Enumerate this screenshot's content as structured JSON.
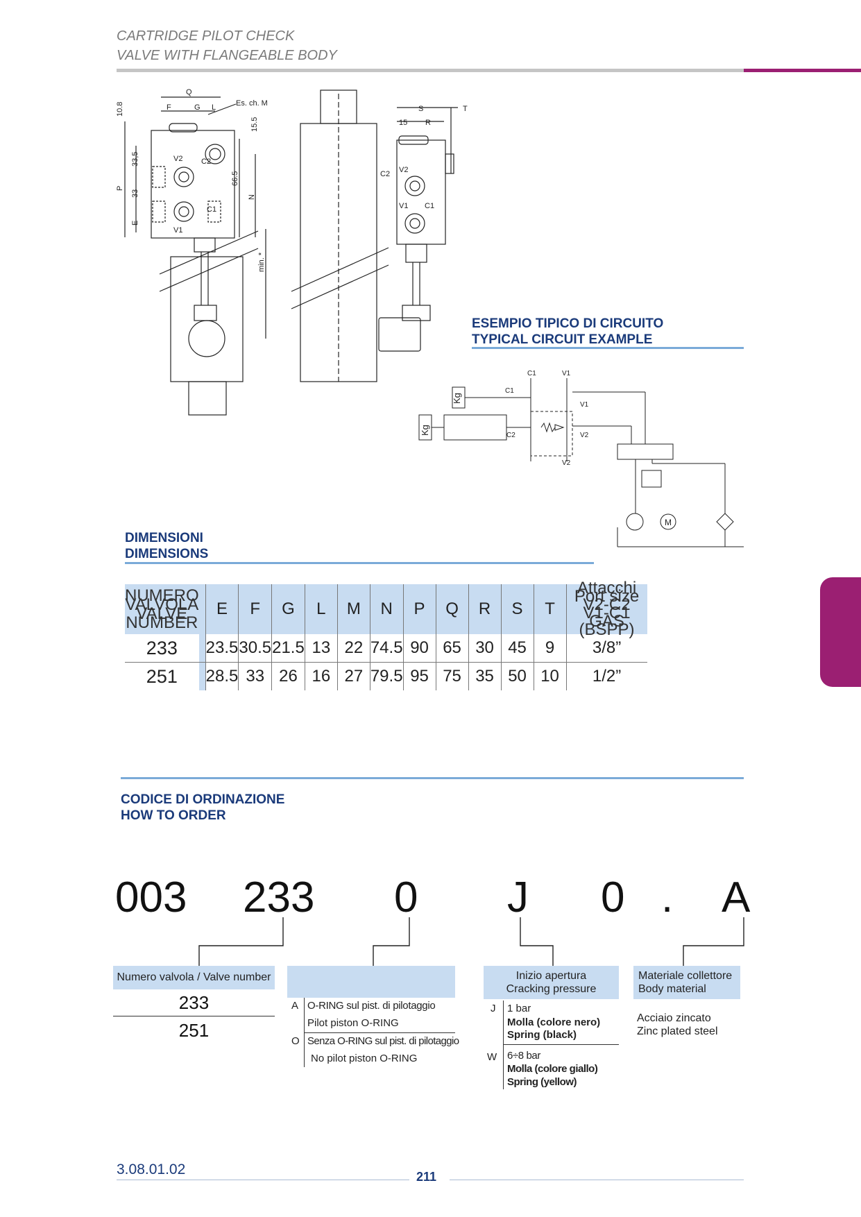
{
  "header": {
    "line1": "CARTRIDGE PILOT CHECK",
    "line2": "VALVE WITH FLANGEABLE BODY"
  },
  "drawing": {
    "labels": {
      "Q": "Q",
      "F": "F",
      "G": "G",
      "L": "L",
      "M": "Es. ch. M",
      "d108": "10.8",
      "d155": "15.5",
      "d335": "33,5",
      "d33": "33",
      "P": "P",
      "E": "E",
      "d665": "66.5",
      "N": "N",
      "min": "min. *",
      "S": "S",
      "T": "T",
      "d15": "15",
      "R": "R",
      "V1": "V1",
      "V2": "V2",
      "C1": "C1",
      "C2": "C2"
    }
  },
  "circuit": {
    "title1": "ESEMPIO TIPICO DI CIRCUITO",
    "title2": "TYPICAL CIRCUIT EXAMPLE",
    "labels": {
      "kg": "Kg",
      "m": "M",
      "c1": "C1",
      "c2": "C2",
      "v1": "V1",
      "v2": "V2"
    }
  },
  "dimensions": {
    "title1": "DIMENSIONI",
    "title2": "DIMENSIONS",
    "valve_header": [
      "NUMERO",
      "VALVOLA",
      "VALVE",
      "NUMBER"
    ],
    "columns": [
      "E",
      "F",
      "G",
      "L",
      "M",
      "N",
      "P",
      "Q",
      "R",
      "S",
      "T"
    ],
    "port_header": [
      "Attacchi",
      "Port size",
      "V2-C2",
      "V1-C1",
      "GAS (BSPP)"
    ],
    "rows": [
      {
        "valve": "233",
        "values": [
          "23.5",
          "30.5",
          "21.5",
          "13",
          "22",
          "74.5",
          "90",
          "65",
          "30",
          "45",
          "9"
        ],
        "port": "3/8”"
      },
      {
        "valve": "251",
        "values": [
          "28.5",
          "33",
          "26",
          "16",
          "27",
          "79.5",
          "95",
          "75",
          "35",
          "50",
          "10"
        ],
        "port": "1/2”"
      }
    ]
  },
  "order": {
    "title1": "CODICE DI ORDINAZIONE",
    "title2": "HOW TO ORDER",
    "code": [
      "003",
      "233",
      "0",
      "J",
      "0",
      ".",
      "A"
    ],
    "valve_box": {
      "header": "Numero valvola / Valve number",
      "items": [
        "233",
        "251"
      ]
    },
    "oring_box": {
      "options": [
        {
          "code": "A",
          "line1": "O-RING sul pist. di pilotaggio",
          "line2": "Pilot piston O-RING"
        },
        {
          "code": "O",
          "line1": "Senza O-RING sul pist. di pilotaggio",
          "line2": "No pilot piston O-RING"
        }
      ]
    },
    "pressure_box": {
      "header1": "Inizio apertura",
      "header2": "Cracking pressure",
      "options": [
        {
          "code": "J",
          "value": "1 bar",
          "line1": "Molla (colore nero)",
          "line2": "Spring (black)"
        },
        {
          "code": "W",
          "value": "6÷8 bar",
          "line1": "Molla (colore giallo)",
          "line2": "Spring (yellow)"
        }
      ]
    },
    "material_box": {
      "header1": "Materiale collettore",
      "header2": "Body material",
      "line1": "Acciaio zincato",
      "line2": "Zinc plated steel"
    }
  },
  "footer": {
    "code": "3.08.01.02",
    "page": "211"
  }
}
